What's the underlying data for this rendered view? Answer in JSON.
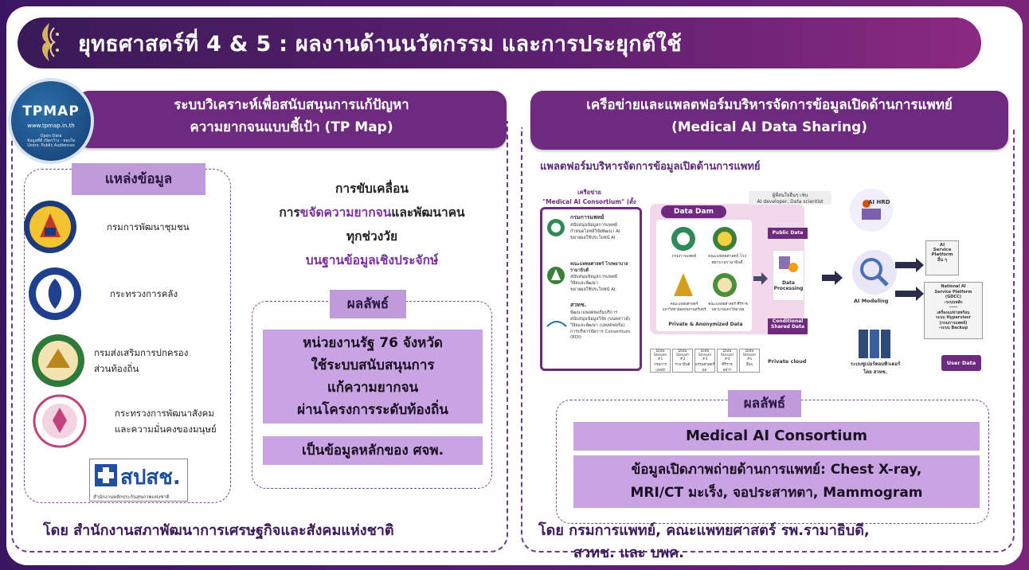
{
  "title": "ยุทธศาสตร์ที่ 4 & 5 : ผลงานด้านนวัตกรรม และการประยุกต์ใช้",
  "left": {
    "logo": {
      "name": "TPMAP",
      "url": "www.tpmap.in.th",
      "tagline": "Open Data\nข้อมูลที่ดี เปิดกว้าง - หลุปใจ\nUsers: Public Audiences"
    },
    "header_line1": "ระบบวิเคราะห์เพื่อสนับสนุนการแก้ปัญหา",
    "header_line2": "ความยากจนแบบชี้เป้า (TP Map)",
    "sources_label": "แหล่งข้อมูล",
    "agencies": [
      {
        "name": "กรมการพัฒนาชุมชน"
      },
      {
        "name": "กระทรวงการคลัง"
      },
      {
        "name1": "กรมส่งเสริมการปกครอง",
        "name2": "ส่วนท้องถิ่น"
      },
      {
        "name1": "กระทรวงการพัฒนาสังคม",
        "name2": "และความมั่นคงของมนุษย์"
      }
    ],
    "nesdc_logo": {
      "text": "สปสช.",
      "sub": "สำนักงานหลักประกันสุขภาพแห่งชาติ"
    },
    "drive": {
      "line1": "การขับเคลื่อน",
      "line2_pre": "การ",
      "line2_hl": "ขจัดความยากจน",
      "line2_post": "และพัฒนาคน",
      "line3": "ทุกช่วงวัย",
      "line4": "บนฐานข้อมูลเชิงประจักษ์"
    },
    "result_tag": "ผลลัพธ์",
    "result_card1": [
      "หน่วยงานรัฐ 76 จังหวัด",
      "ใช้ระบบสนับสนุนการ",
      "แก้ความยากจน",
      "ผ่านโครงการระดับท้องถิ่น"
    ],
    "result_card2": "เป็นข้อมูลหลักของ ศจพ.",
    "footer": "โดย สำนักงานสภาพัฒนาการเศรษฐกิจและสังคมแห่งชาติ"
  },
  "right": {
    "header_line1": "เครือข่ายและแพลตฟอร์มบริหารจัดการข้อมูลเปิดด้านการแพทย์",
    "header_line2": "(Medical AI Data Sharing)",
    "subtitle": "แพลตฟอร์มบริหารจัดการข้อมูลเปิดด้านการแพทย์",
    "diagram": {
      "consortium_title": "เครือข่าย\n\"Medical AI Consortium\" (ตั้งต้น)",
      "member1_title": "กรมการแพทย์",
      "member1_items": [
        "สนับสนุนข้อมูลการแพทย์",
        "กำหนดโจทย์วิจัยพัฒนา AI",
        "ขยายผลใช้ประโยชน์ AI"
      ],
      "member2_title": "คณะแพทยศาสตร์ โรงพยาบาลรามาธิบดี",
      "member2_items": [
        "สนับสนุนข้อมูลการแพทย์",
        "วิจัยและพัฒนา",
        "ขยายผลใช้ประโยชน์ AI"
      ],
      "member3_title": "สวทช.",
      "member3_items": [
        "พัฒนาแพลตฟอร์มบริการ สนับสนุนข้อมูลวิจัย (บนคลาวด์)",
        "วิจัยและพัฒนา (แพลตฟอร์ม)",
        "การบริหารจัดการ Consortium (RDI)"
      ],
      "data_dam": "Data Dam",
      "dam_logo1": "กรมการแพทย์",
      "dam_logo2": "คณะแพทยศาสตร์ โรงพยาบาลรามาธิบดี",
      "dam_logo3": "คณะแพทยศาสตร์มหาวิทยาลัยสงขลานครินทร์",
      "dam_logo4": "คณะแพทยศาสตร์ ศิริราชพยาบาลมหาวิทยาลัย",
      "private_anon": "Private & Anonymized Data",
      "interested": "ผู้ที่สนใจอื่นๆ เช่น\nAI developer, Data scientist",
      "public_data": "Public Data",
      "data_processing": "Data\nProcessing",
      "conditional": "Conditional\nShared Data",
      "streams": [
        {
          "title": "Data Stream #1",
          "sub": "กรมการแพทย์"
        },
        {
          "title": "Data Stream #2",
          "sub": "รามาธิบดี"
        },
        {
          "title": "Data Stream #3",
          "sub": "ธรรมศาสตร์ มอ."
        },
        {
          "title": "Data Stream #4",
          "sub": "ศิริราช จุฬาฯ"
        },
        {
          "title": "Data Stream #n",
          "sub": "อื่นๆ"
        }
      ],
      "private_cloud": "Private cloud",
      "ai_hrd": "AI HRD",
      "ai_modeling": "AI Modeling",
      "supercomputer": "ระบบซูเปอร์คอมพิวเตอร์\nโดย สวทช.",
      "platform_box1": "AI\nService\nPlatform\nอื่น ๆ",
      "platform_box2": "National AI\nService Platform\n(GDCC)\n-ระบบหลัก\n-----\nเครื่องแม่ข่ายพร้อม\nระบบ Hypervisor\n(กรมการแพทย์)\n-ระบบ Backup",
      "user_data": "User Data"
    },
    "result_tag": "ผลลัพธ์",
    "result_card1": "Medical AI Consortium",
    "result_card2": [
      "ข้อมูลเปิดภาพถ่ายด้านการแพทย์: Chest X-ray,",
      "MRI/CT มะเร็ง, จอประสาทตา, Mammogram"
    ],
    "footer_line1": "โดย กรมการแพทย์, คณะแพทยศาสตร์ รพ.รามาธิบดี,",
    "footer_line2": "สวทช. และ บพค."
  },
  "colors": {
    "accent": "#6e2a7e",
    "card": "#c8a4e3",
    "tag": "#c09bdb",
    "navy": "#3b1b5a"
  }
}
